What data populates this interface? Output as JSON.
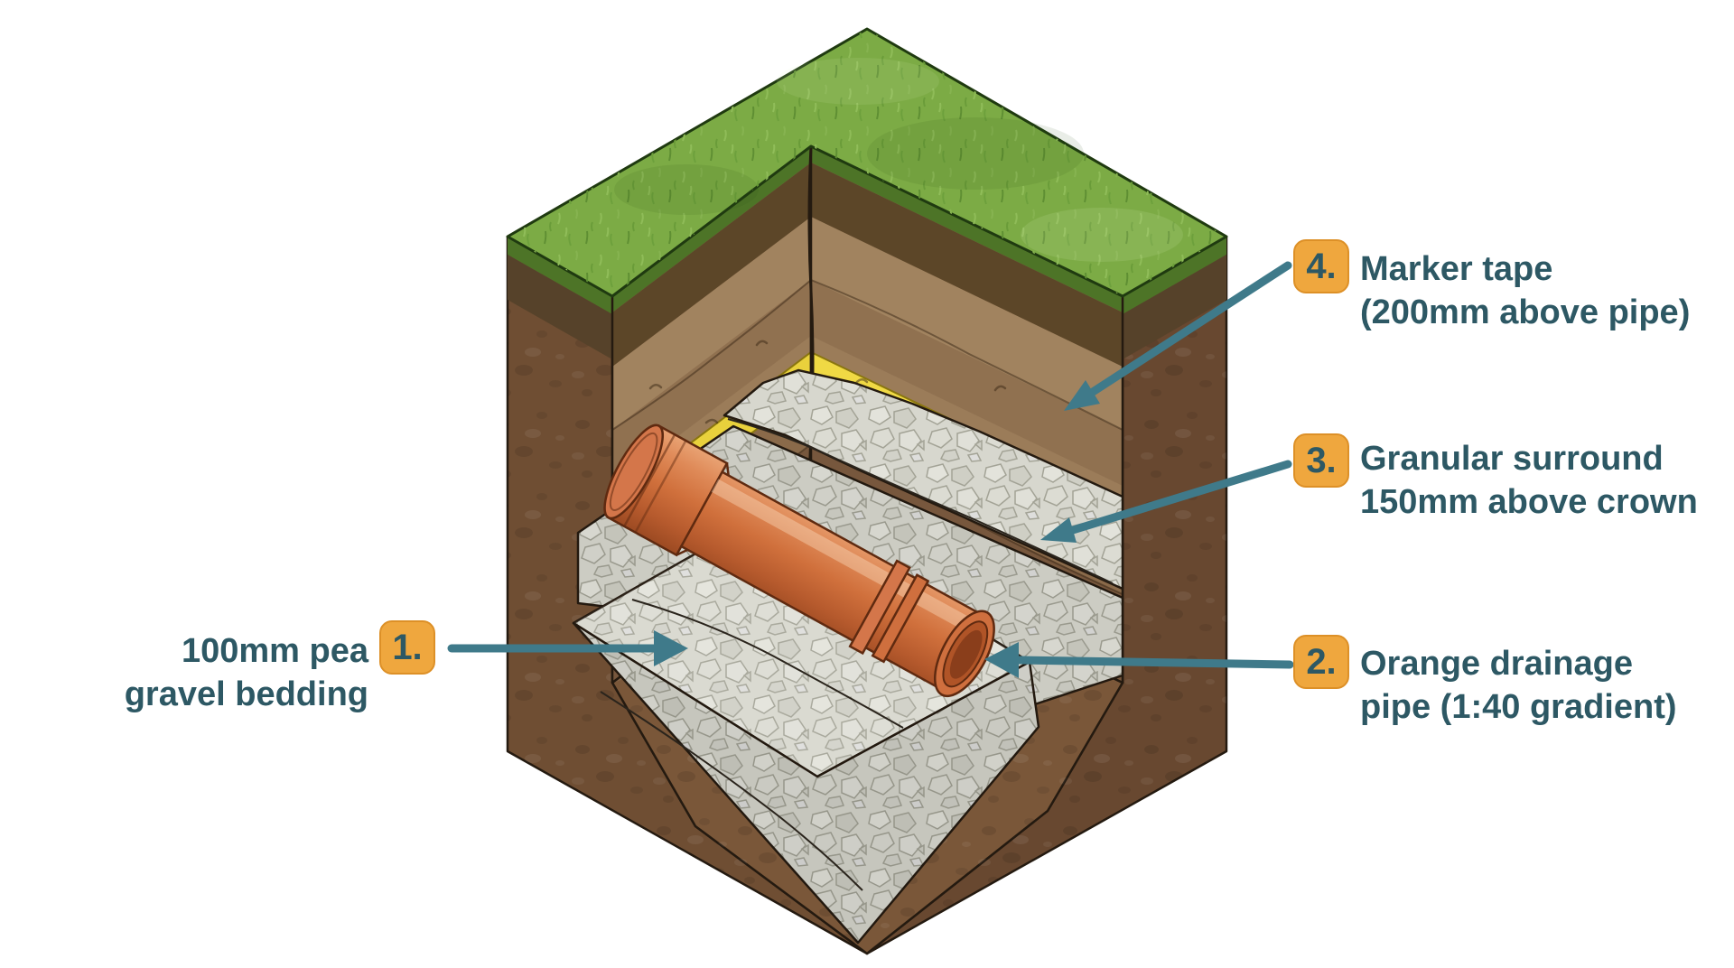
{
  "figure": {
    "description": "Isometric cutaway illustration of a drainage pipe installed in a trench, with four numbered callouts",
    "background_color": "#ffffff"
  },
  "theme": {
    "label_text_color": "#2d5864",
    "badge_bg_color": "#efa73e",
    "badge_text_color": "#2d5864",
    "arrow_color": "#3f7a8a",
    "grass_green": "#7cab45",
    "topsoil_brown": "#5c4628",
    "subsoil_tan": "#a1835f",
    "outer_soil_brown": "#6f4e33",
    "marker_tape_yellow": "#e9d13c",
    "gravel_grey": "#d7d7ce",
    "pipe_orange": "#d0703c"
  },
  "callouts": [
    {
      "number": "1.",
      "line1": "100mm pea",
      "line2": "gravel bedding"
    },
    {
      "number": "2.",
      "line1": "Orange drainage",
      "line2": "pipe (1:40 gradient)"
    },
    {
      "number": "3.",
      "line1": "Granular surround",
      "line2": "150mm above crown"
    },
    {
      "number": "4.",
      "line1": "Marker tape",
      "line2": "(200mm above pipe)"
    }
  ],
  "parts": [
    "grass surface",
    "topsoil band",
    "subsoil strata",
    "yellow marker tape",
    "granular surround gravel",
    "pea gravel bedding",
    "orange drainage pipe",
    "trench walls"
  ]
}
